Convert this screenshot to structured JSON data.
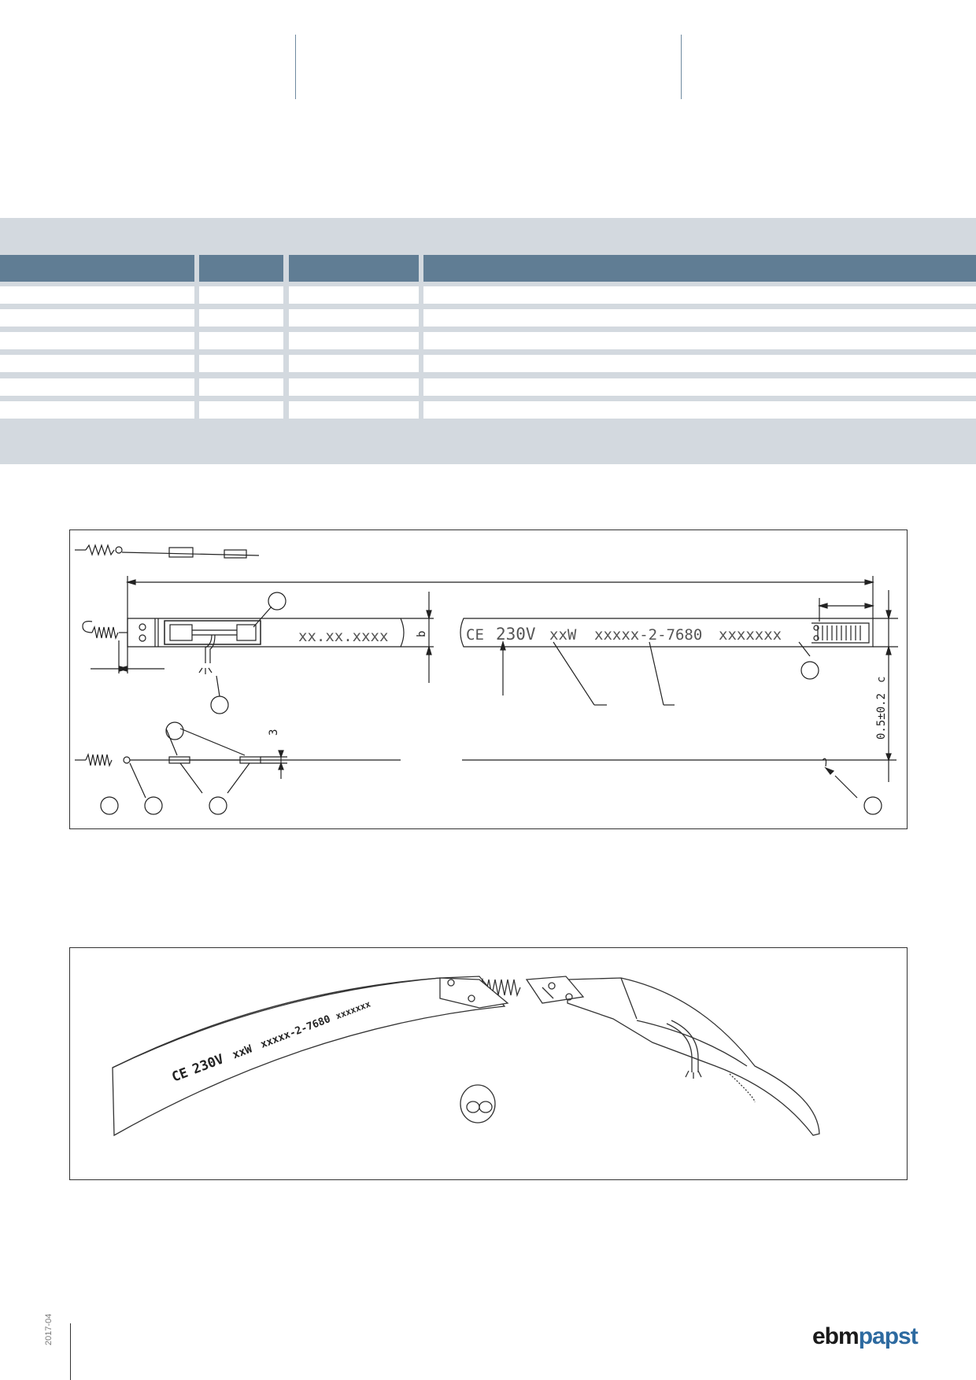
{
  "brand": {
    "part1": "ebm",
    "part2": "papst"
  },
  "footer": {
    "date_code": "2017-04"
  },
  "drawing": {
    "label_strip_left": "xx.xx.xxxx",
    "ce_mark": "CE",
    "label_voltage": "230V",
    "label_power": "xxW",
    "label_part": "xxxxx-2-7680",
    "label_serial": "xxxxxxx",
    "dim_b": "b",
    "dim_c": "c",
    "dim_3": "3",
    "dim_tol": "0.5±0.2"
  },
  "photo": {
    "ce_mark": "CE",
    "label_voltage": "230V",
    "label_power": "xxW",
    "label_part": "xxxxx-2-7680",
    "label_serial": "xxxxxxx"
  }
}
